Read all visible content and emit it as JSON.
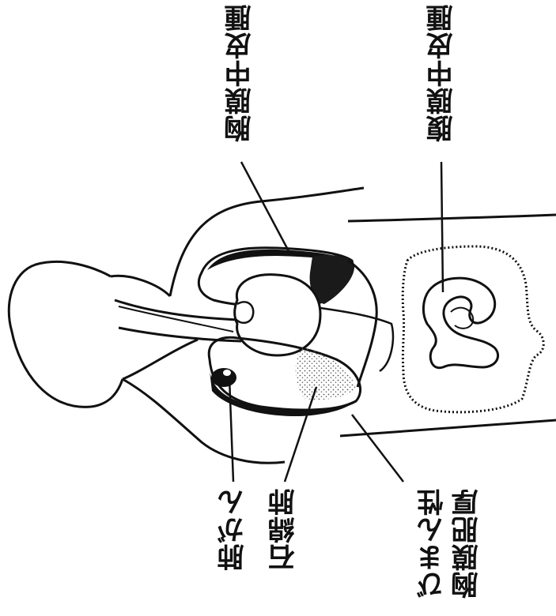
{
  "labels": {
    "pleural_mesothelioma": "胸膜中皮腫",
    "peritoneal_mesothelioma": "腹膜中皮腫",
    "lung_cancer": "肺がん",
    "asbestosis": "石綿肺",
    "diffuse_pleural_thickening_line1": "びまん性",
    "diffuse_pleural_thickening_line2": "胸膜肥厚"
  },
  "colors": {
    "line": "#111111",
    "background": "#ffffff",
    "stipple": "#555555"
  }
}
